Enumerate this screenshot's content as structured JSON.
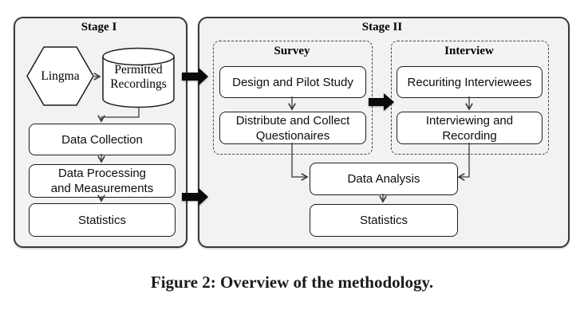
{
  "caption": "Figure 2: Overview of the methodology.",
  "stage1": {
    "title": "Stage I",
    "lingma": "Lingma",
    "recordings": {
      "line1": "Permitted",
      "line2": "Recordings"
    },
    "data_collection": "Data Collection",
    "data_processing": {
      "line1": "Data Processing",
      "line2": "and Measurements"
    },
    "statistics": "Statistics"
  },
  "stage2": {
    "title": "Stage II",
    "survey": {
      "title": "Survey",
      "design_pilot": "Design and Pilot Study",
      "distribute": {
        "line1": "Distribute and Collect",
        "line2": "Questionaires"
      }
    },
    "interview": {
      "title": "Interview",
      "recruiting": "Recuriting Interviewees",
      "interviewing": {
        "line1": "Interviewing and",
        "line2": "Recording"
      }
    },
    "data_analysis": "Data Analysis",
    "statistics": "Statistics"
  },
  "colors": {
    "panel_bg": "#f2f2f2",
    "panel_border": "#3a3a3a",
    "node_border": "#1c1c1c",
    "arrow": "#0a0a0a",
    "connector": "#3a3a3a"
  }
}
